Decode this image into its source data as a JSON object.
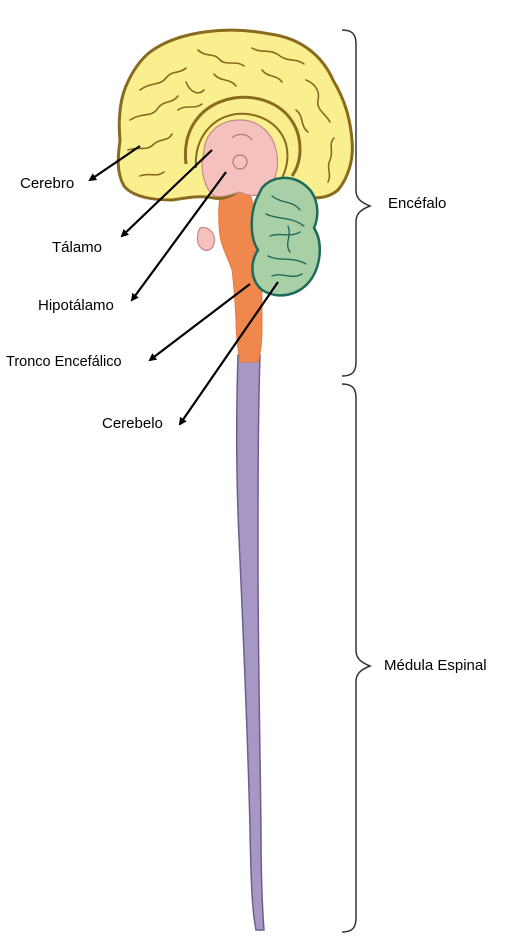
{
  "diagram": {
    "labels": {
      "cerebro": "Cerebro",
      "talamo": "Tálamo",
      "hipotalamo": "Hipotálamo",
      "tronco": "Tronco Encefálico",
      "cerebelo": "Cerebelo",
      "encefalo": "Encéfalo",
      "medula": "Médula Espinal"
    },
    "colors": {
      "cerebrum": "#f9ef8f",
      "cerebrum_outline": "#8a6a1e",
      "diencephalon": "#f4c1bd",
      "brainstem": "#f0884e",
      "cerebellum": "#a8cfa6",
      "cerebellum_outline": "#1f6b5a",
      "spinal_cord": "#a797c4",
      "spinal_cord_outline": "#6d5f8c",
      "arrows": "#000000"
    }
  }
}
